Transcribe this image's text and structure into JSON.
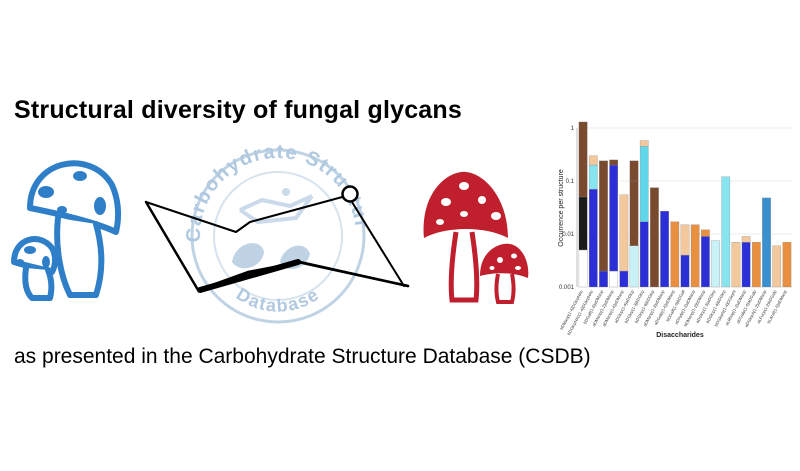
{
  "title": "Structural diversity of fungal glycans",
  "subtitle": "as presented in the Carbohydrate Structure Database (CSDB)",
  "logo": {
    "text": "Carbohydrate Structure Database",
    "color": "#a9c4dd"
  },
  "colors": {
    "blue_mushroom": "#2f7fc8",
    "red_mushroom": "#c0202e",
    "ring_black": "#000000"
  },
  "chart_data": {
    "type": "bar",
    "stacked": true,
    "log_scale": true,
    "ylabel": "Occurrence per structure",
    "xlabel": "Disaccharides",
    "ylim": [
      0.001,
      1
    ],
    "ytick_labels": [
      "1",
      "0.1",
      "0.01",
      "0.001"
    ],
    "yticks": [
      1,
      0.1,
      0.01,
      0.001
    ],
    "grid": true,
    "bars": [
      {
        "label": "bDManp(1-4)DGlcpNAc",
        "segments": [
          {
            "v": 0.005,
            "c": "#ffffff"
          },
          {
            "v": 0.05,
            "c": "#1a1a1a"
          },
          {
            "v": 1.3,
            "c": "#7a4a2e"
          }
        ]
      },
      {
        "label": "bDGlcpNAc(1-4)DGlcpNAc",
        "segments": [
          {
            "v": 0.07,
            "c": "#2d2fd6"
          },
          {
            "v": 0.2,
            "c": "#87e5f0"
          },
          {
            "v": 0.3,
            "c": "#f2c89c"
          }
        ]
      },
      {
        "label": "bDGalf(1-6)aDManp",
        "segments": [
          {
            "v": 0.002,
            "c": "#2d2fd6"
          },
          {
            "v": 0.24,
            "c": "#7a4a2e"
          }
        ]
      },
      {
        "label": "aDManp(1-2)aDManp",
        "segments": [
          {
            "v": 0.002,
            "c": "#ffffff"
          },
          {
            "v": 0.2,
            "c": "#2d2fd6"
          },
          {
            "v": 0.25,
            "c": "#7a4a2e"
          }
        ]
      },
      {
        "label": "aDManp(1-6)aDManp",
        "segments": [
          {
            "v": 0.002,
            "c": "#2d2fd6"
          },
          {
            "v": 0.055,
            "c": "#f2c89c"
          }
        ]
      },
      {
        "label": "aDGlcp(1-4)aDGlcp",
        "segments": [
          {
            "v": 0.006,
            "c": "#c8f2f7"
          },
          {
            "v": 0.1,
            "c": "#7a4a2e"
          },
          {
            "v": 0.24,
            "c": "#7a4a2e"
          }
        ]
      },
      {
        "label": "bDGlcp(1-3)bDGlcp",
        "segments": [
          {
            "v": 0.017,
            "c": "#2d2fd6"
          },
          {
            "v": 0.45,
            "c": "#5fd7e8"
          },
          {
            "v": 0.58,
            "c": "#f2c89c"
          }
        ]
      },
      {
        "label": "bDGlcp(1-6)bDGlcp",
        "segments": [
          {
            "v": 0.075,
            "c": "#7a4a2e"
          }
        ]
      },
      {
        "label": "aDManp(1-3)aDManp",
        "segments": [
          {
            "v": 0.027,
            "c": "#2d2fd6"
          }
        ]
      },
      {
        "label": "aDGalp(1-6)aDManp",
        "segments": [
          {
            "v": 0.017,
            "c": "#e8903f"
          }
        ]
      },
      {
        "label": "bDGalf(1-5)bDGalf",
        "segments": [
          {
            "v": 0.004,
            "c": "#2d2fd6"
          },
          {
            "v": 0.015,
            "c": "#f2c89c"
          }
        ]
      },
      {
        "label": "aDXylp(1-2)aDManp",
        "segments": [
          {
            "v": 0.015,
            "c": "#e8903f"
          }
        ]
      },
      {
        "label": "bDManp(1-2)bDManp",
        "segments": [
          {
            "v": 0.009,
            "c": "#2d2fd6"
          },
          {
            "v": 0.012,
            "c": "#e8903f"
          }
        ]
      },
      {
        "label": "aDGlcp(1-3)aDGlcp",
        "segments": [
          {
            "v": 0.0075,
            "c": "#c8f2f7"
          }
        ]
      },
      {
        "label": "bDGlcp(1-4)bDGlcp",
        "segments": [
          {
            "v": 0.12,
            "c": "#87e5f0"
          }
        ]
      },
      {
        "label": "bDGlcpN(1-4)DGlcpN",
        "segments": [
          {
            "v": 0.007,
            "c": "#f2c89c"
          }
        ]
      },
      {
        "label": "aLRhap(1-2)aDManp",
        "segments": [
          {
            "v": 0.007,
            "c": "#2d2fd6"
          },
          {
            "v": 0.009,
            "c": "#f2c89c"
          }
        ]
      },
      {
        "label": "aDGalp(1-4)aDGalp",
        "segments": [
          {
            "v": 0.007,
            "c": "#e8903f"
          }
        ]
      },
      {
        "label": "aDGlcpA(1-2)aDManp",
        "segments": [
          {
            "v": 0.048,
            "c": "#3a8fce"
          }
        ]
      },
      {
        "label": "aLFucp(1-2)bDGalp",
        "segments": [
          {
            "v": 0.006,
            "c": "#f2c89c"
          }
        ]
      },
      {
        "label": "bLAraf(1-5)aDManp",
        "segments": [
          {
            "v": 0.007,
            "c": "#e8903f"
          }
        ]
      }
    ]
  }
}
